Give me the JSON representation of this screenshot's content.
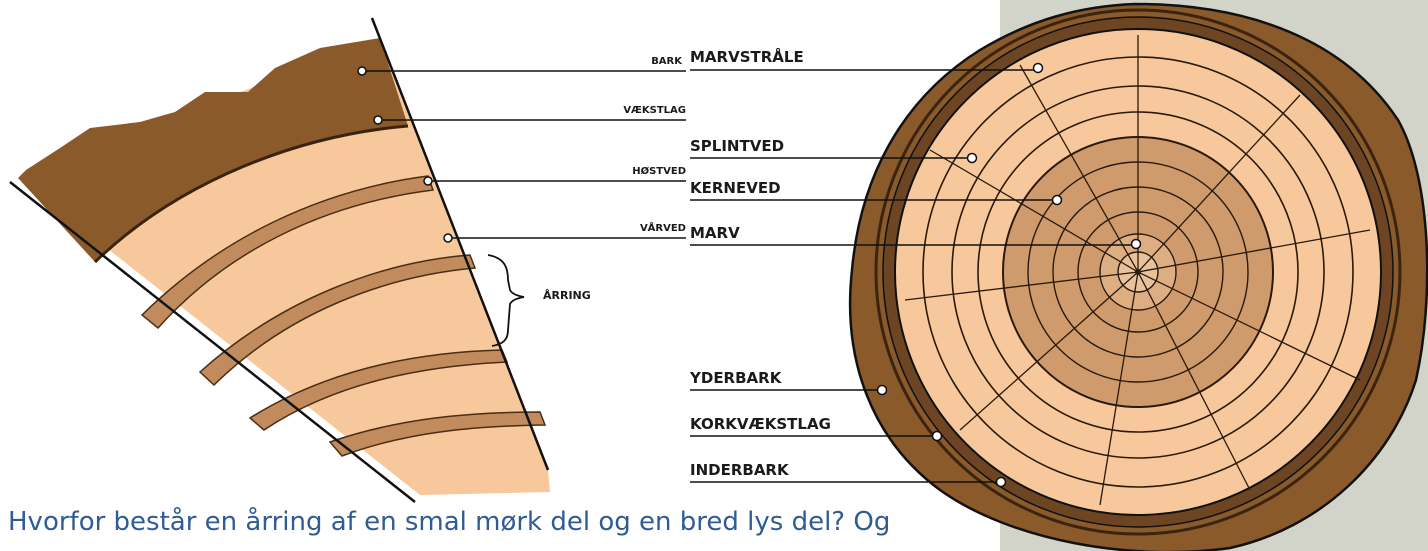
{
  "wedge_labels": {
    "bark": "BARK",
    "vaekstlag": "VÆKSTLAG",
    "hostved": "HØSTVED",
    "varved": "VÅRVED",
    "arring": "ÅRRING"
  },
  "log_labels": {
    "marvstraale": "MARVSTRÅLE",
    "splintved": "SPLINTVED",
    "kerneved": "KERNEVED",
    "marv": "MARV",
    "yderbark": "YDERBARK",
    "korkvaekstlag": "KORKVÆKSTLAG",
    "inderbark": "INDERBARK"
  },
  "question_text": "Hvorfor består en årring af en smal mørk del og en bred lys del? Og",
  "colors": {
    "bark": "#8a5a2b",
    "bark_dark": "#5a3a1a",
    "sapwood": "#f7c89b",
    "heartwood": "#cf9b6c",
    "latewood": "#c18b5e",
    "ink": "#111111",
    "panel": "#d3d4c9",
    "question": "#2f5c93"
  }
}
